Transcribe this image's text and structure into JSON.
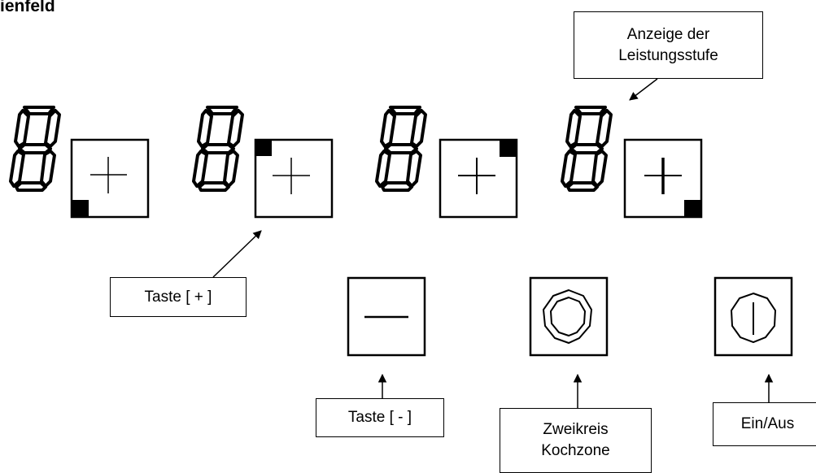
{
  "title": "ienfeld",
  "callouts": {
    "power_level_display": {
      "line1": "Anzeige der",
      "line2": "Leistungsstufe"
    },
    "plus_key": {
      "label": "Taste [ + ]"
    },
    "minus_key": {
      "label": "Taste [ - ]"
    },
    "dual_zone": {
      "line1": "Zweikreis",
      "line2": "Kochzone"
    },
    "on_off": {
      "label": "Ein/Aus"
    }
  },
  "displays": [
    {
      "zone": 1,
      "digit": "8",
      "indicator_corner": "bottom-left"
    },
    {
      "zone": 2,
      "digit": "8",
      "indicator_corner": "top-left"
    },
    {
      "zone": 3,
      "digit": "8",
      "indicator_corner": "top-right"
    },
    {
      "zone": 4,
      "digit": "8",
      "indicator_corner": "bottom-right"
    }
  ],
  "icons": {
    "plus_key": "plus-icon",
    "minus_key": "minus-icon",
    "dual_zone": "dual-ring-icon",
    "on_off": "power-icon"
  },
  "colors": {
    "line": "#000000",
    "background": "#ffffff"
  }
}
